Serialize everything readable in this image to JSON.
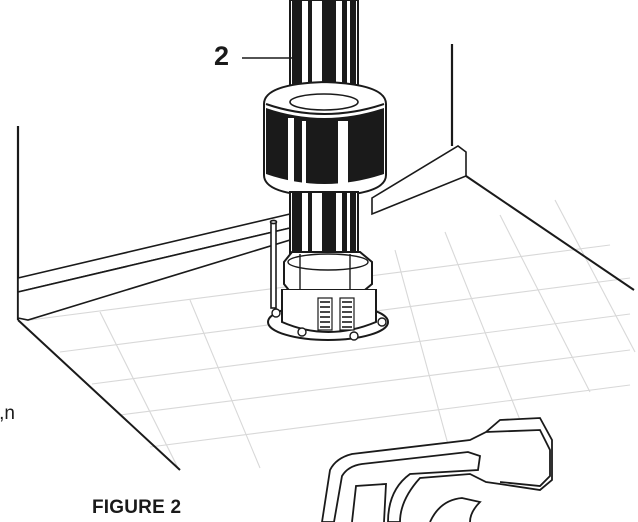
{
  "figure": {
    "caption": "FIGURE 2",
    "callout_number": "2",
    "clipped_text_fragment": "n,"
  },
  "colors": {
    "ink": "#1a1a1a",
    "grid": "#d8d8d8",
    "paper": "#ffffff"
  }
}
